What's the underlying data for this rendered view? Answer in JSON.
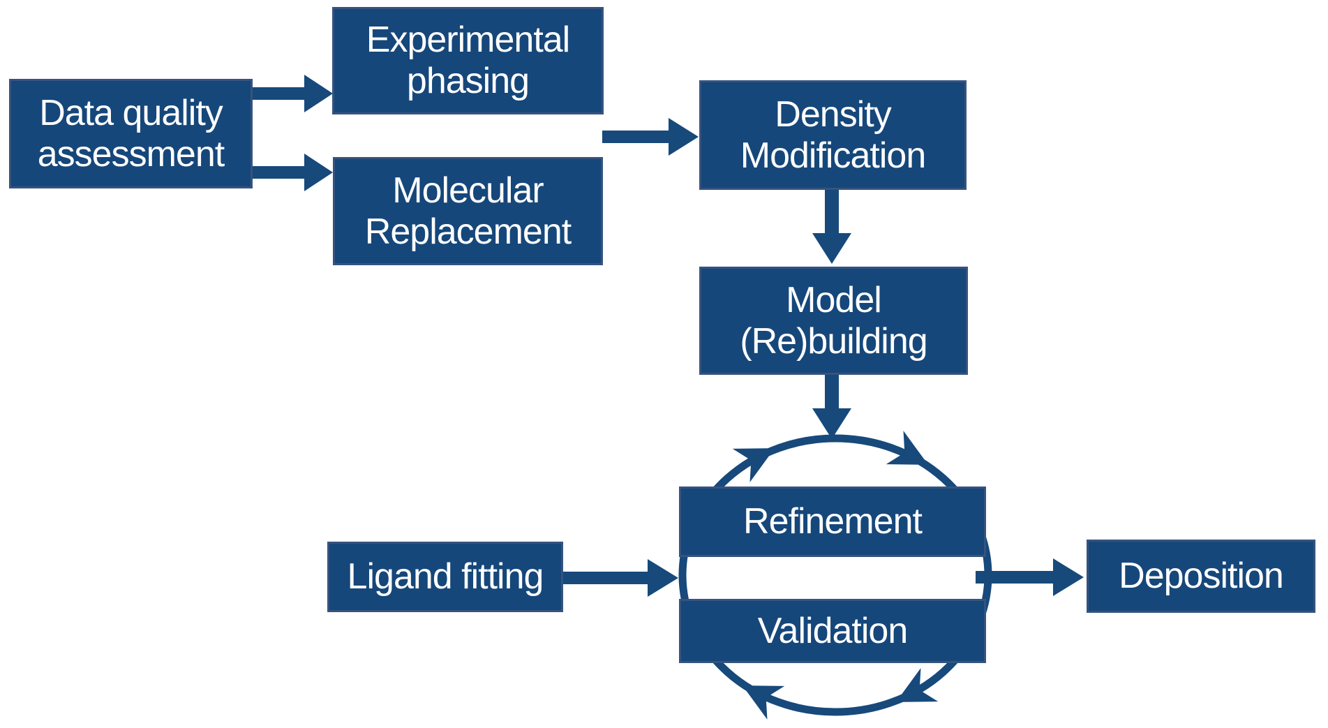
{
  "diagram": {
    "nodes": {
      "data_quality_assessment": {
        "lines": [
          "Data quality",
          "assessment"
        ]
      },
      "experimental_phasing": {
        "lines": [
          "Experimental",
          "phasing"
        ]
      },
      "molecular_replacement": {
        "lines": [
          "Molecular",
          "Replacement"
        ]
      },
      "density_modification": {
        "lines": [
          "Density",
          "Modification"
        ]
      },
      "model_rebuilding": {
        "lines": [
          "Model",
          "(Re)building"
        ]
      },
      "refinement": {
        "lines": [
          "Refinement"
        ]
      },
      "validation": {
        "lines": [
          "Validation"
        ]
      },
      "ligand_fitting": {
        "lines": [
          "Ligand fitting"
        ]
      },
      "deposition": {
        "lines": [
          "Deposition"
        ]
      }
    },
    "edges": [
      {
        "from": "data_quality_assessment",
        "to": "experimental_phasing"
      },
      {
        "from": "data_quality_assessment",
        "to": "molecular_replacement"
      },
      {
        "from": "experimental_phasing_and_molecular_replacement",
        "to": "density_modification"
      },
      {
        "from": "density_modification",
        "to": "model_rebuilding"
      },
      {
        "from": "model_rebuilding",
        "to": "refinement_validation_cycle"
      },
      {
        "from": "ligand_fitting",
        "to": "refinement_validation_cycle"
      },
      {
        "from": "refinement_validation_cycle",
        "to": "deposition"
      },
      {
        "type": "cycle",
        "direction": "clockwise",
        "between": [
          "refinement",
          "validation"
        ]
      }
    ],
    "colors": {
      "node_fill": "#16477A",
      "node_border": "#36537F",
      "arrow": "#17497B",
      "text": "#FFFFFF",
      "background": "#FFFFFF"
    }
  }
}
